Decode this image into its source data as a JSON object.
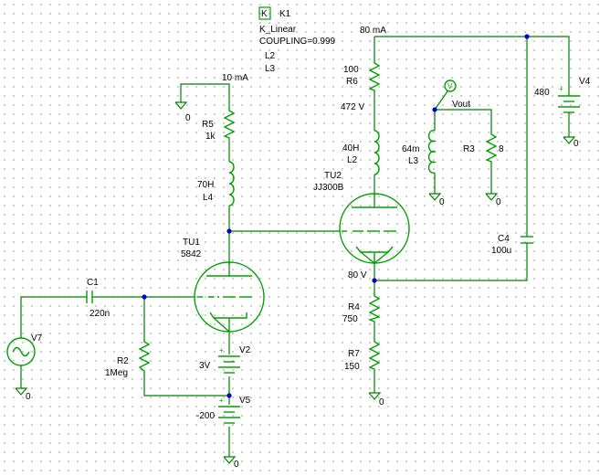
{
  "coupling": {
    "marker": "K",
    "name": "K1",
    "model": "K_Linear",
    "coupling": "COUPLING=0.999",
    "inductor_a": "L2",
    "inductor_b": "L3"
  },
  "annotations": {
    "current_top": "80 mA",
    "current_first": "10 mA",
    "v_plate": "472 V",
    "v_cathode": "80 V",
    "vout": "Vout",
    "probe_marker": "V"
  },
  "tubes": {
    "tu1_ref": "TU1",
    "tu1_val": "5842",
    "tu2_ref": "TU2",
    "tu2_val": "JJ300B"
  },
  "resistors": {
    "r5_ref": "R5",
    "r5_val": "1k",
    "r6_val": "100",
    "r6_ref": "R6",
    "r2_ref": "R2",
    "r2_val": "1Meg",
    "r3_ref": "R3",
    "r3_val": "8",
    "r4_ref": "R4",
    "r4_val": "750",
    "r7_ref": "R7",
    "r7_val": "150"
  },
  "inductors": {
    "l4_val": "70H",
    "l4_ref": "L4",
    "l2_val": "40H",
    "l2_ref": "L2",
    "l3_val": "64m",
    "l3_ref": "L3"
  },
  "capacitors": {
    "c1_ref": "C1",
    "c1_val": "220n",
    "c4_ref": "C4",
    "c4_val": "100u"
  },
  "sources": {
    "v7_ref": "V7",
    "v4_ref": "V4",
    "v4_val": "480",
    "v2_ref": "V2",
    "v2_val": "3V",
    "v5_ref": "V5",
    "v5_val": "-200"
  },
  "ground_label": "0"
}
